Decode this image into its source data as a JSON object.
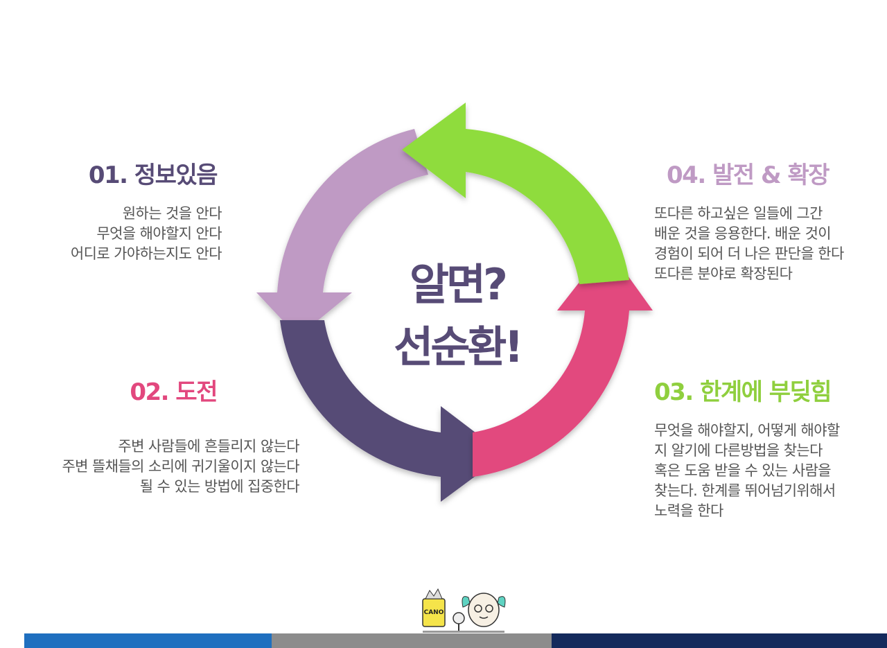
{
  "center": {
    "line1": "알면?",
    "line2": "선순환!"
  },
  "steps": [
    {
      "title": "01. 정보있음",
      "color": "#574b76",
      "lines": [
        "원하는 것을 안다",
        "무엇을 해야할지 안다",
        "어디로 가야하는지도 안다"
      ]
    },
    {
      "title": "02. 도전",
      "color": "#e2487e",
      "lines": [
        "주변 사람들에 흔들리지 않는다",
        "주변 뜰채들의 소리에 귀기울이지 않는다",
        "될 수 있는 방법에 집중한다"
      ]
    },
    {
      "title": "03. 한계에 부딪힘",
      "color": "#8fcf3e",
      "lines": [
        "무엇을 해야할지, 어떻게 해야할",
        "지 알기에 다른방법을 찾는다",
        "혹은 도움 받을 수 있는 사람을",
        "찾는다. 한계를 뛰어넘기위해서",
        "노력을 한다"
      ]
    },
    {
      "title": "04. 발전 & 확장",
      "color": "#bf9ac4",
      "lines": [
        "또다른 하고싶은 일들에 그간",
        "배운 것을 응용한다. 배운 것이",
        "경험이 되어 더 나은 판단을 한다",
        "또다른 분야로 확장된다"
      ]
    }
  ],
  "arrow_colors": {
    "lavender": "#bf9ac4",
    "purple": "#574b76",
    "pink": "#e2487e",
    "green": "#8fdc3c"
  },
  "logo": {
    "badge": "CANO"
  },
  "footer_colors": [
    "#1f6fbf",
    "#8c8c8c",
    "#142a5c"
  ]
}
